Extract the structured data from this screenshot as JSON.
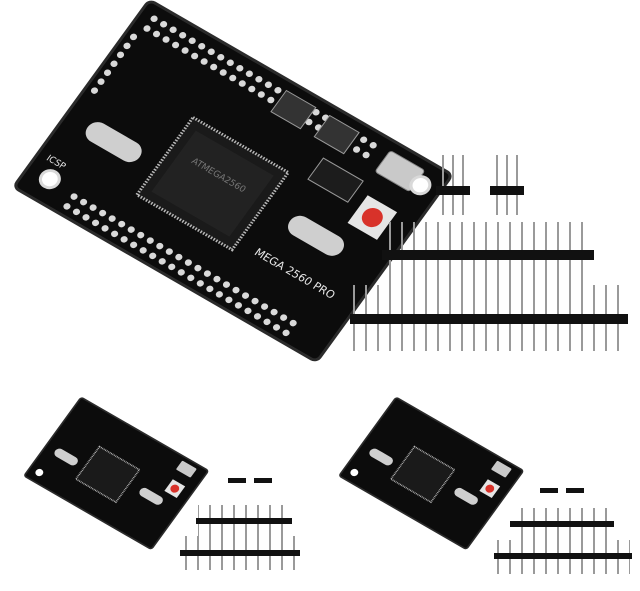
{
  "product": {
    "board_main_label": "MEGA 2560 PRO",
    "board_chip_label": "ATMEGA2560",
    "board_side_label": "ICSP",
    "colors": {
      "pcb": "#0c0c0c",
      "pcb_edge": "#2b2b2b",
      "silkscreen": "#e8e8e8",
      "pad": "#d9d9d9",
      "chip": "#1a1a1a",
      "chip_pin": "#b8b8b8",
      "crystal": "#cfcfcf",
      "usb": "#c9c9c9",
      "button_red": "#d8322a",
      "button_base": "#e5e5e5",
      "header_plastic": "#111111",
      "header_pin": "#9a9a9a"
    },
    "items": [
      {
        "kind": "board",
        "name": "main-board"
      },
      {
        "kind": "header-set",
        "name": "main-header-set"
      },
      {
        "kind": "board",
        "name": "second-board"
      },
      {
        "kind": "header-set",
        "name": "second-header-set"
      },
      {
        "kind": "board",
        "name": "third-board"
      },
      {
        "kind": "header-set",
        "name": "third-header-set"
      }
    ]
  }
}
